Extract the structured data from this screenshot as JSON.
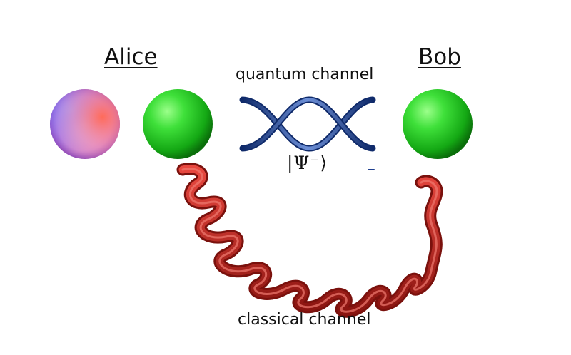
{
  "labels": {
    "alice": "Alice",
    "bob": "Bob",
    "quantum_channel": "quantum channel",
    "classical_channel": "classical channel",
    "state": "|Ψ⁻⟩"
  },
  "qubits": [
    {
      "owner": "Alice",
      "kind": "arbitrary-state",
      "colors": [
        "#ff5a5a",
        "#ffd6e8",
        "#5a5aff",
        "#8b2be2"
      ]
    },
    {
      "owner": "Alice",
      "kind": "entangled-half",
      "color": "#22c422"
    },
    {
      "owner": "Bob",
      "kind": "entangled-half",
      "color": "#22c422"
    }
  ],
  "colors": {
    "quantum_helix": "#1f3f8f",
    "classical_spiral": "#d0302a"
  }
}
